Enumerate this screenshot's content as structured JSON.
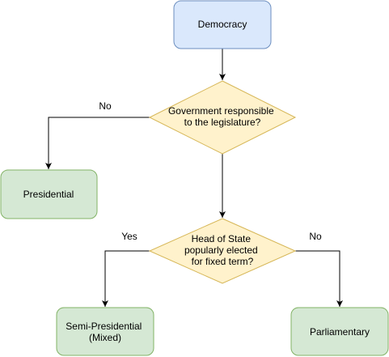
{
  "colors": {
    "blue_fill": "#dae8fc",
    "blue_stroke": "#6c8ebf",
    "yellow_fill": "#fff2cc",
    "yellow_stroke": "#d6b656",
    "green_fill": "#d5e8d4",
    "green_stroke": "#82b366",
    "edge": "#000000"
  },
  "nodes": {
    "democracy": {
      "lines": [
        "Democracy"
      ]
    },
    "decision_responsible": {
      "lines": [
        "Government responsible",
        "to the legislature?"
      ]
    },
    "presidential": {
      "lines": [
        "Presidential"
      ]
    },
    "decision_head_of_state": {
      "lines": [
        "Head of State",
        "popularly elected",
        "for fixed term?"
      ]
    },
    "semi_presidential": {
      "lines": [
        "Semi-Presidential",
        "(Mixed)"
      ]
    },
    "parliamentary": {
      "lines": [
        "Parliamentary"
      ]
    }
  },
  "edges": {
    "responsible_no": "No",
    "head_yes": "Yes",
    "head_no": "No"
  }
}
